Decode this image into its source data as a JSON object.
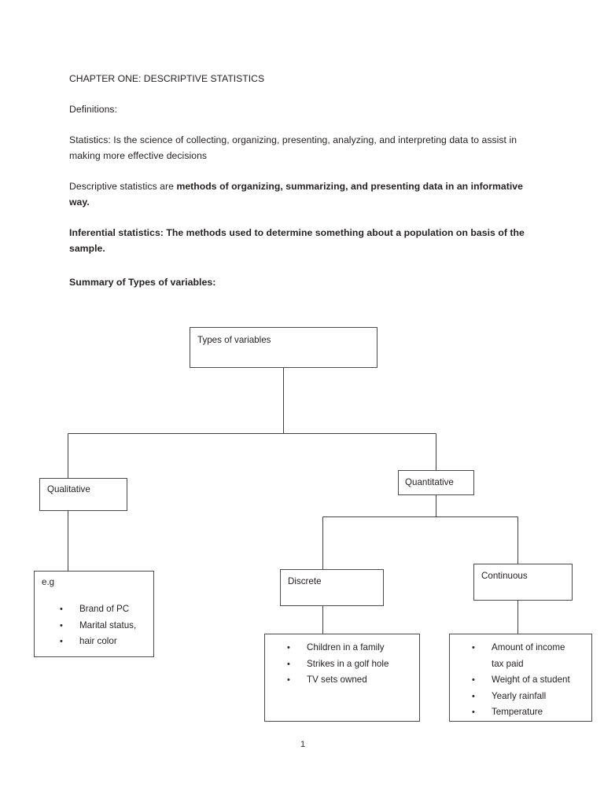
{
  "document": {
    "chapter_heading": "CHAPTER ONE: DESCRIPTIVE STATISTICS",
    "definitions_label": "Definitions:",
    "paragraphs": {
      "statistics": {
        "normal": "Statistics: Is the science of collecting, organizing, presenting, analyzing, and interpreting data to assist in making more effective decisions"
      },
      "descriptive": {
        "normal": "Descriptive statistics are ",
        "bold": "methods of organizing, summarizing, and presenting data in an informative way."
      },
      "inferential": {
        "bold": "Inferential statistics: The methods used to determine something about a population on basis of the sample."
      }
    },
    "summary_heading": "Summary of Types of variables:",
    "page_number": "1"
  },
  "diagram": {
    "nodes": {
      "types_of_variables": "Types of variables",
      "qualitative": "Qualitative",
      "quantitative": "Quantitative",
      "discrete": "Discrete",
      "continuous": "Continuous"
    },
    "qualitative_examples": {
      "eg_label": "e.g",
      "items": [
        "Brand of PC",
        " Marital status,",
        "hair color"
      ]
    },
    "discrete_examples": {
      "items": [
        "Children in a family",
        "Strikes in a golf hole",
        "TV sets owned"
      ]
    },
    "continuous_examples": {
      "items": [
        "Amount of income\ntax paid",
        "Weight of a student",
        "Yearly rainfall",
        "Temperature"
      ]
    }
  },
  "colors": {
    "page_background": "#ffffff",
    "text": "#262322",
    "box_border": "#4a4a4a",
    "connector_line": "#3f3f3f"
  }
}
